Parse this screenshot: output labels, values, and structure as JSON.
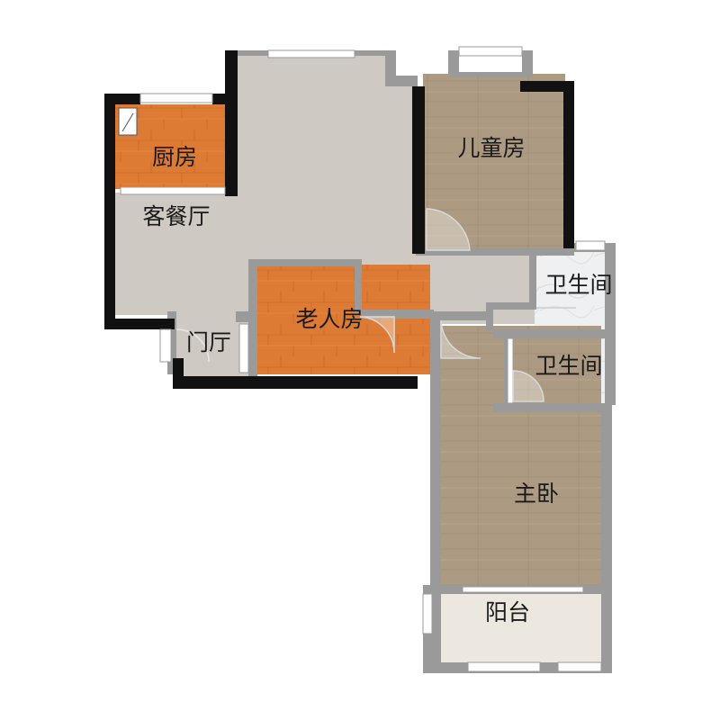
{
  "floorplan": {
    "rooms": {
      "kitchen": "厨房",
      "living_dining": "客餐厅",
      "children_room": "儿童房",
      "bathroom_1": "卫生间",
      "bathroom_2": "卫生间",
      "elderly_room": "老人房",
      "foyer": "门厅",
      "master_bedroom": "主卧",
      "balcony": "阳台"
    },
    "colors": {
      "wall": "#111111",
      "gray_wall": "#9a9a9a",
      "tile_floor": "#cfc9c3",
      "wood_floor": "#ad9a82",
      "orange_floor": "#dd7a34",
      "bathroom_floor": "#eef0f1",
      "balcony_floor": "#ece8df"
    }
  }
}
